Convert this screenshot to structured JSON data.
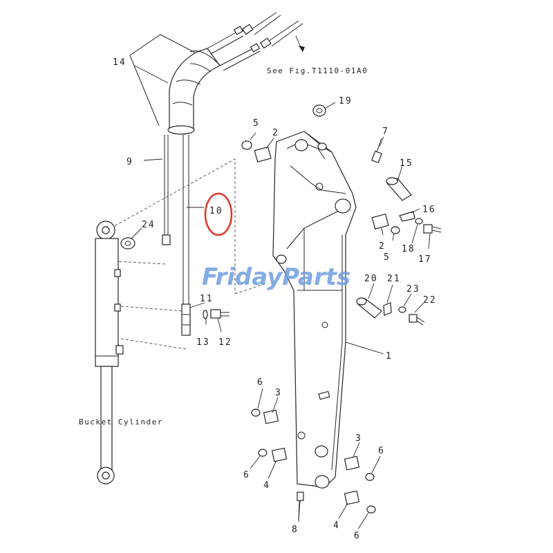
{
  "diagram": {
    "reference_note": "See Fig.T1110-01A0",
    "cylinder_label": "Bucket Cylinder",
    "watermark": "FridayParts",
    "highlight_color": "#e03a2a",
    "highlighted_part": "10",
    "callouts": {
      "p1": "1",
      "p2a": "2",
      "p2b": "2",
      "p3a": "3",
      "p3b": "3",
      "p4a": "4",
      "p4b": "4",
      "p5a": "5",
      "p5b": "5",
      "p6a": "6",
      "p6b": "6",
      "p6c": "6",
      "p6d": "6",
      "p7": "7",
      "p8": "8",
      "p9": "9",
      "p10": "10",
      "p11": "11",
      "p12": "12",
      "p13": "13",
      "p14": "14",
      "p15": "15",
      "p16": "16",
      "p17": "17",
      "p18": "18",
      "p19": "19",
      "p20": "20",
      "p21": "21",
      "p22": "22",
      "p23": "23",
      "p24": "24"
    }
  }
}
